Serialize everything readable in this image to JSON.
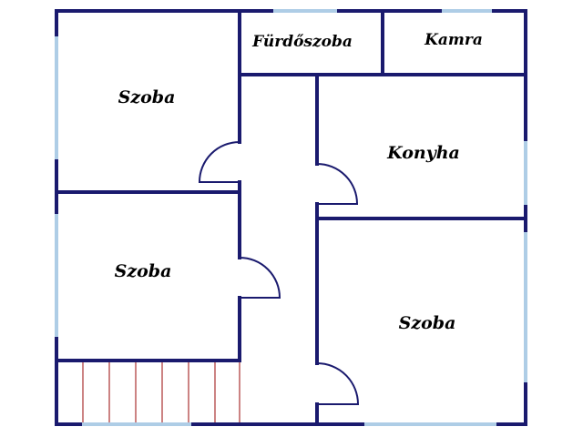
{
  "colors": {
    "wall": "#1a1a6e",
    "window": "#aecde6",
    "stairs": "#b04040",
    "background": "#ffffff"
  },
  "rooms": {
    "room_top_left": "Szoba",
    "bathroom": "Fürdőszoba",
    "pantry": "Kamra",
    "kitchen": "Konyha",
    "room_bottom_left": "Szoba",
    "room_bottom_right": "Szoba"
  }
}
